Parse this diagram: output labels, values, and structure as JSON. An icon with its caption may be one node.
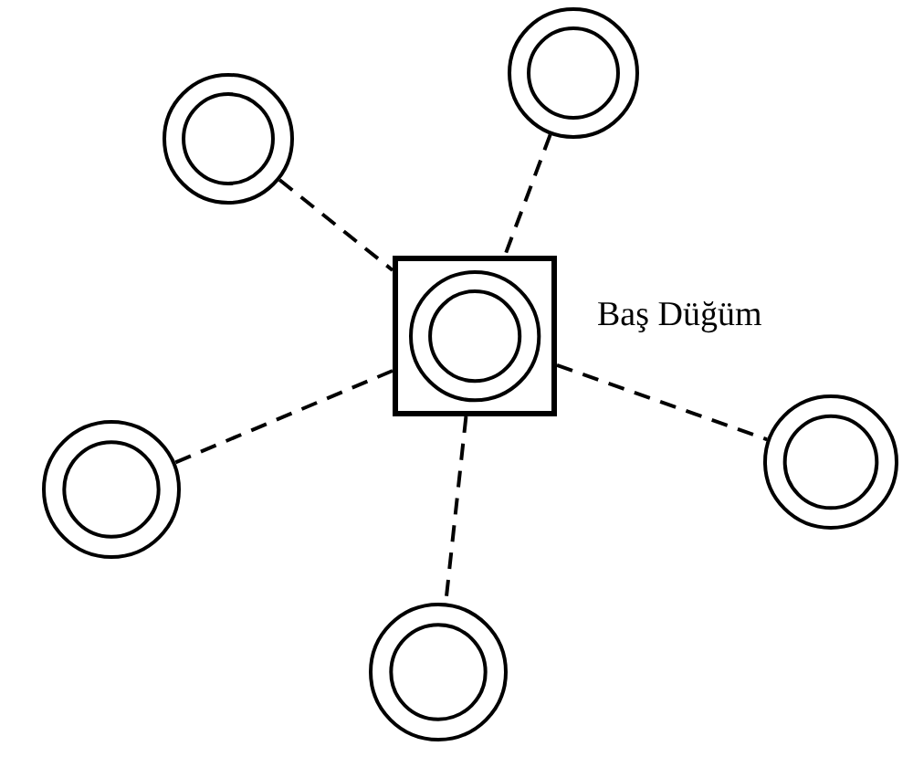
{
  "diagram": {
    "nodes": [
      {
        "text": [],
        "shape": "circle"
      },
      {
        "text": [],
        "shape": "circle"
      },
      {
        "text": [],
        "shape": "box",
        "beside": [
          "Baş Düğüm"
        ]
      },
      {
        "text": [],
        "shape": "circle",
        "in": 2
      },
      {
        "text": [],
        "shape": "circle"
      },
      {
        "text": [],
        "shape": "circle"
      },
      {
        "text": [],
        "shape": "circle"
      }
    ],
    "edges": [
      {
        "from": 0,
        "to": 2,
        "arrow": "none",
        "style": "dashed"
      },
      {
        "from": 1,
        "to": 2,
        "arrow": "none",
        "style": "dashed"
      },
      {
        "from": 2,
        "to": 4,
        "arrow": "none",
        "style": "dashed"
      },
      {
        "from": 2,
        "to": 5,
        "arrow": "none",
        "style": "dashed"
      },
      {
        "from": 2,
        "to": 6,
        "arrow": "none",
        "style": "dashed"
      }
    ]
  }
}
